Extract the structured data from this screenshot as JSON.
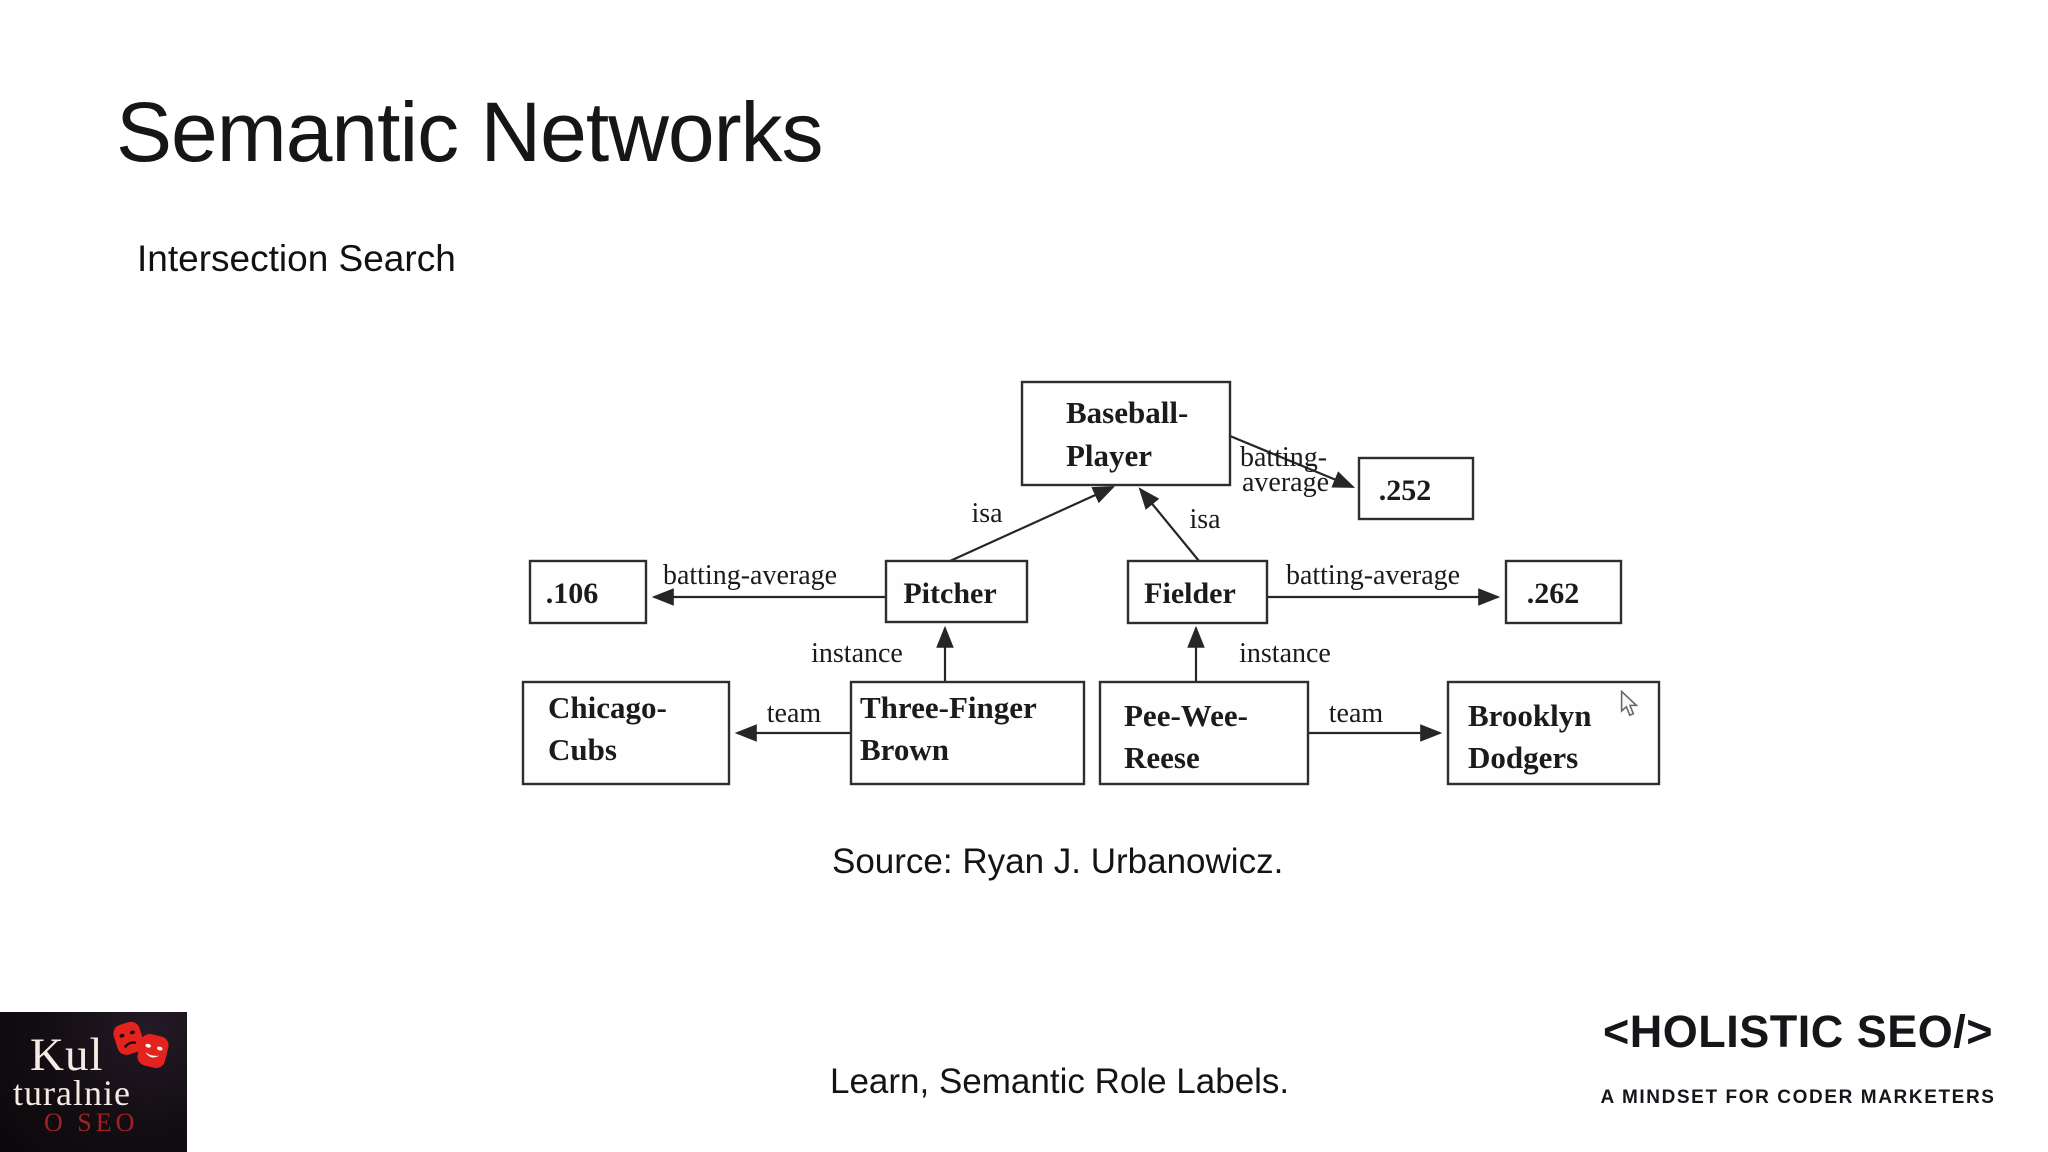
{
  "slide": {
    "title": "Semantic Networks",
    "subtitle": "Intersection Search",
    "source_credit": "Source: Ryan J. Urbanowicz.",
    "footer_note": "Learn, Semantic Role Labels."
  },
  "diagram": {
    "nodes": {
      "baseball_player": {
        "line1": "Baseball-",
        "line2": "Player"
      },
      "avg_252": ".252",
      "avg_106": ".106",
      "avg_262": ".262",
      "pitcher": "Pitcher",
      "fielder": "Fielder",
      "chicago_cubs": {
        "line1": "Chicago-",
        "line2": "Cubs"
      },
      "three_finger_brown": {
        "line1": "Three-Finger",
        "line2": "Brown"
      },
      "pee_wee_reese": {
        "line1": "Pee-Wee-",
        "line2": "Reese"
      },
      "brooklyn_dodgers": {
        "line1": "Brooklyn",
        "line2": "Dodgers"
      }
    },
    "edge_labels": {
      "isa_left": "isa",
      "isa_right": "isa",
      "batting_top_line1": "batting-",
      "batting_top_line2": "average",
      "batting_left": "batting-average",
      "batting_right": "batting-average",
      "instance_left": "instance",
      "instance_right": "instance",
      "team_left": "team",
      "team_right": "team"
    }
  },
  "logos": {
    "kulturalnie": {
      "word_top": "Kul",
      "word_bottom": "turalnie",
      "tagline": "O SEO",
      "bg_color": "#120d12",
      "text_color": "#f3ece4",
      "tagline_color": "#a32024",
      "mask_color": "#e4231f",
      "icon": "theater-masks-icon"
    },
    "holistic_seo": {
      "wordmark": "<HOLISTIC SEO/>",
      "tagline": "A MINDSET FOR CODER MARKETERS",
      "color": "#17141a"
    }
  },
  "cursor": {
    "icon": "mouse-pointer-icon"
  },
  "colors": {
    "background": "#ffffff",
    "text": "#1a1a1a",
    "diagram_stroke": "#2e2e2e"
  }
}
